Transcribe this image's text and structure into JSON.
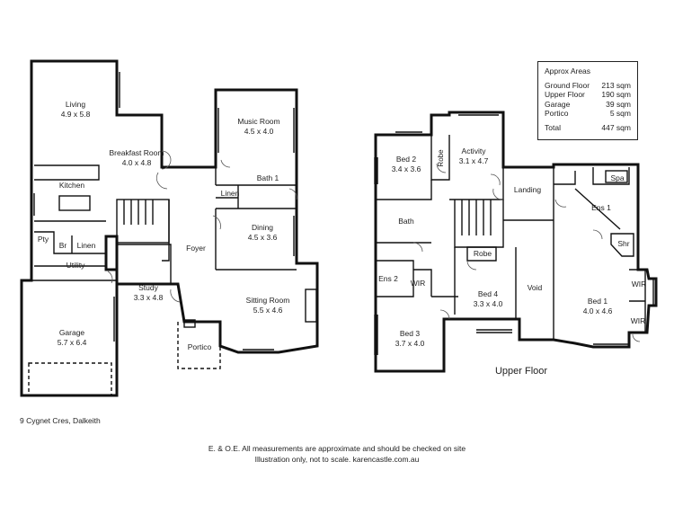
{
  "rooms": {
    "living": {
      "name": "Living",
      "dims": "4.9 x 5.8"
    },
    "breakfast": {
      "name": "Breakfast Room",
      "dims": "4.0 x 4.8"
    },
    "kitchen": {
      "name": "Kitchen"
    },
    "pantry": {
      "name": "Pty"
    },
    "br": {
      "name": "Br"
    },
    "linen_lower": {
      "name": "Linen"
    },
    "utility": {
      "name": "Utility"
    },
    "garage": {
      "name": "Garage",
      "dims": "5.7 x 6.4"
    },
    "music": {
      "name": "Music Room",
      "dims": "4.5 x 4.0"
    },
    "bath1": {
      "name": "Bath 1"
    },
    "linen_upper": {
      "name": "Linen"
    },
    "dining": {
      "name": "Dining",
      "dims": "4.5 x 3.6"
    },
    "foyer": {
      "name": "Foyer"
    },
    "study": {
      "name": "Study",
      "dims": "3.3 x 4.8"
    },
    "sitting": {
      "name": "Sitting Room",
      "dims": "5.5 x 4.6"
    },
    "portico": {
      "name": "Portico"
    },
    "bed2": {
      "name": "Bed 2",
      "dims": "3.4 x 3.6"
    },
    "robe_bed2": {
      "name": "Robe"
    },
    "activity": {
      "name": "Activity",
      "dims": "3.1 x 4.7"
    },
    "landing": {
      "name": "Landing"
    },
    "bath": {
      "name": "Bath"
    },
    "ens2": {
      "name": "Ens 2"
    },
    "wir_bed3": {
      "name": "WIR"
    },
    "bed3": {
      "name": "Bed 3",
      "dims": "3.7 x 4.0"
    },
    "robe_bed4": {
      "name": "Robe"
    },
    "bed4": {
      "name": "Bed 4",
      "dims": "3.3 x 4.0"
    },
    "void": {
      "name": "Void"
    },
    "spa": {
      "name": "Spa"
    },
    "ens1": {
      "name": "Ens 1"
    },
    "shr": {
      "name": "Shr"
    },
    "bed1": {
      "name": "Bed 1",
      "dims": "4.0 x 4.6"
    },
    "wir1": {
      "name": "WIR"
    },
    "wir2": {
      "name": "WIR"
    }
  },
  "upper_floor_label": "Upper Floor",
  "approx_areas": {
    "title": "Approx Areas",
    "rows": [
      {
        "label": "Ground Floor",
        "value": "213 sqm"
      },
      {
        "label": "Upper Floor",
        "value": "190 sqm"
      },
      {
        "label": "Garage",
        "value": "39 sqm"
      },
      {
        "label": "Portico",
        "value": "5 sqm"
      }
    ],
    "total": {
      "label": "Total",
      "value": "447 sqm"
    }
  },
  "address": "9 Cygnet Cres, Dalkeith",
  "disclaimer": {
    "line1": "E. & O.E. All measurements are approximate and should be checked on site",
    "line2": "Illustration only, not to scale.   karencastle.com.au"
  }
}
